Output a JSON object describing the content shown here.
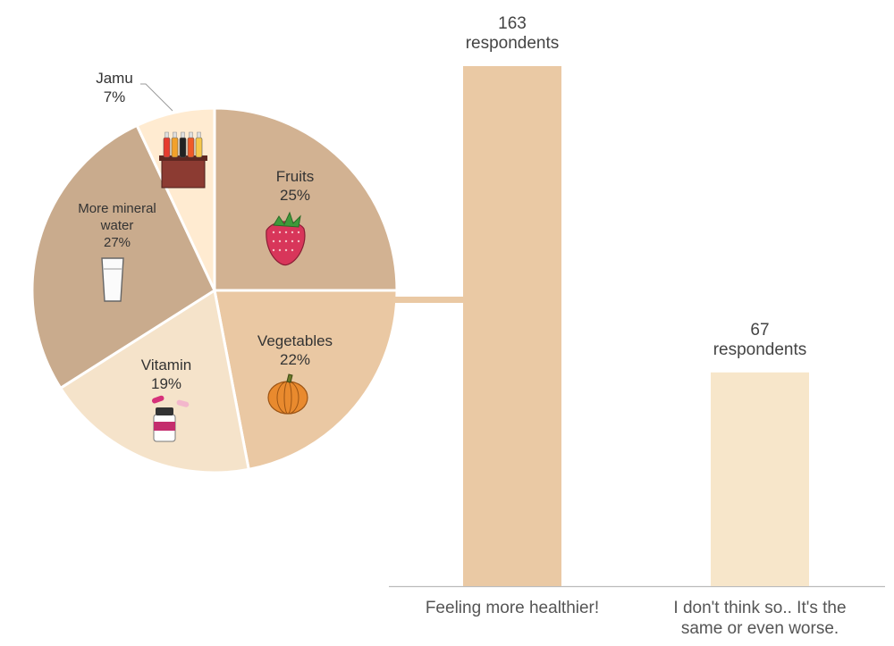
{
  "colors": {
    "fruits": "#D2B292",
    "vegetables": "#EAC8A3",
    "vitamin": "#F5E3CA",
    "mineral_water": "#C9AB8D",
    "jamu": "#FFEBD1",
    "bar_left": "#EAC9A4",
    "bar_right": "#F7E6CA",
    "connector": "#EAC9A4",
    "axis": "#BBBBBB"
  },
  "chart_data": [
    {
      "type": "pie",
      "slices": [
        {
          "key": "fruits",
          "name": "Fruits",
          "value": 25,
          "pct_label": "25%",
          "icon": "strawberry-icon"
        },
        {
          "key": "vegetables",
          "name": "Vegetables",
          "value": 22,
          "pct_label": "22%",
          "icon": "pumpkin-icon"
        },
        {
          "key": "vitamin",
          "name": "Vitamin",
          "value": 19,
          "pct_label": "19%",
          "icon": "pill-bottle-icon"
        },
        {
          "key": "mineral_water",
          "name": "More mineral water",
          "name_lines": [
            "More mineral",
            "water"
          ],
          "value": 27,
          "pct_label": "27%",
          "icon": "water-glass-icon"
        },
        {
          "key": "jamu",
          "name": "Jamu",
          "value": 7,
          "pct_label": "7%",
          "icon": "jamu-bottles-icon"
        }
      ]
    },
    {
      "type": "bar",
      "categories": [
        "Feeling more healthier!",
        "I don't think so.. It's the same or even worse."
      ],
      "category_lines": [
        [
          "Feeling more healthier!"
        ],
        [
          "I don't think so.. It's the",
          "same or even worse."
        ]
      ],
      "values": [
        163,
        67
      ],
      "value_labels": [
        [
          "163",
          "respondents"
        ],
        [
          "67",
          "respondents"
        ]
      ],
      "ylim": [
        0,
        163
      ]
    }
  ]
}
